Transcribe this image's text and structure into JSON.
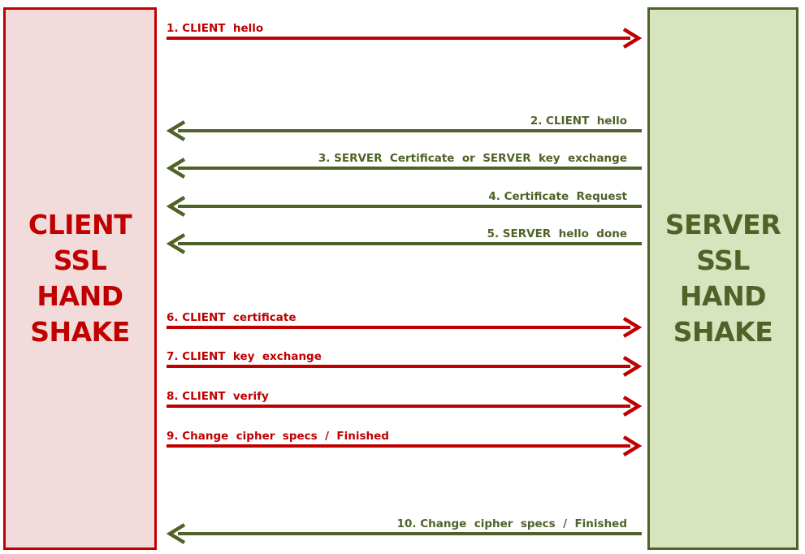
{
  "colors": {
    "client_fill": "#f2dcdb",
    "client_border": "#c00000",
    "client_text": "#c00000",
    "server_fill": "#d7e4bd",
    "server_border": "#4f6228",
    "server_text": "#4f6228",
    "client_arrow": "#c00000",
    "server_arrow": "#4f6228"
  },
  "client": {
    "title_lines": [
      "CLIENT",
      "SSL",
      "HAND",
      "SHAKE"
    ]
  },
  "server": {
    "title_lines": [
      "SERVER",
      "SSL",
      "HAND",
      "SHAKE"
    ]
  },
  "messages": [
    {
      "label": "1. CLIENT  hello",
      "direction": "client-to-server"
    },
    {
      "label": "2. CLIENT  hello",
      "direction": "server-to-client"
    },
    {
      "label": "3. SERVER  Certificate  or  SERVER  key  exchange",
      "direction": "server-to-client"
    },
    {
      "label": "4. Certificate  Request",
      "direction": "server-to-client"
    },
    {
      "label": "5. SERVER  hello  done",
      "direction": "server-to-client"
    },
    {
      "label": "6. CLIENT  certificate",
      "direction": "client-to-server"
    },
    {
      "label": "7. CLIENT  key  exchange",
      "direction": "client-to-server"
    },
    {
      "label": "8. CLIENT  verify",
      "direction": "client-to-server"
    },
    {
      "label": "9. Change  cipher  specs  /  Finished",
      "direction": "client-to-server"
    },
    {
      "label": "10. Change  cipher  specs  /  Finished",
      "direction": "server-to-client"
    }
  ]
}
